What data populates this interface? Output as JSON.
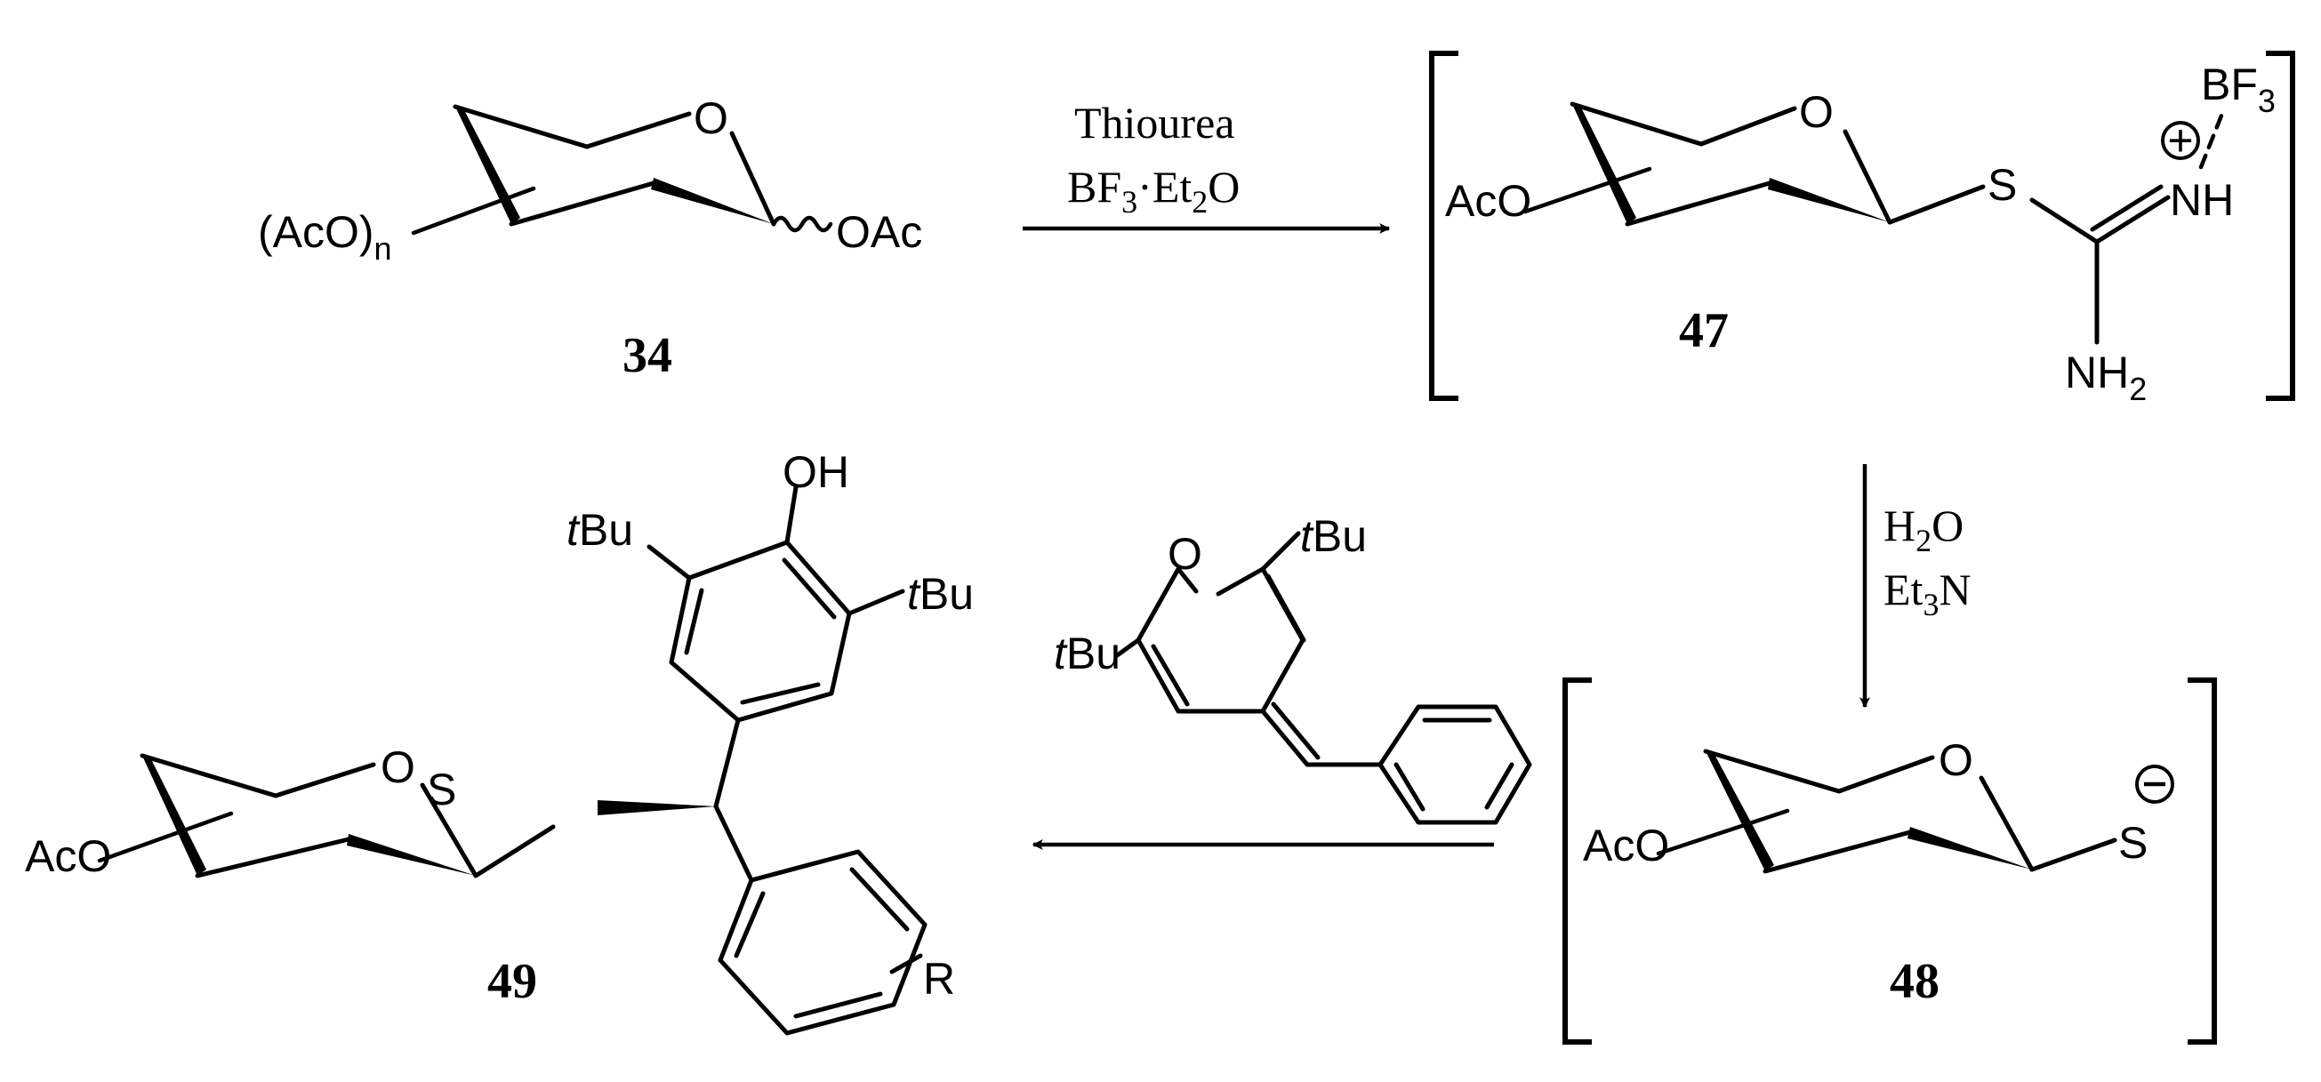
{
  "compounds": {
    "c34": {
      "label": "34",
      "prefix": "(AcO)",
      "prefix_sub": "n",
      "ring_o": "O",
      "anomeric": "OAc"
    },
    "c47": {
      "label": "47",
      "aco": "AcO",
      "ring_o": "O",
      "s": "S",
      "nh": "NH",
      "bf": "BF",
      "bf_sub": "3",
      "nh2": "NH",
      "nh2_sub": "2",
      "charge": "+"
    },
    "c48": {
      "label": "48",
      "aco": "AcO",
      "ring_o": "O",
      "s": "S",
      "charge": "−"
    },
    "c49": {
      "label": "49",
      "aco": "AcO",
      "ring_o": "O",
      "s": "S",
      "oh": "OH",
      "tbu_left_t": "t",
      "tbu_left": "Bu",
      "tbu_right_t": "t",
      "tbu_right": "Bu",
      "r": "R"
    },
    "quinone": {
      "o": "O",
      "tbu_top_t": "t",
      "tbu_top": "Bu",
      "tbu_left_t": "t",
      "tbu_left": "Bu"
    }
  },
  "reagents": {
    "step1": {
      "line1": "Thiourea",
      "line2_a": "BF",
      "line2_sub1": "3",
      "line2_b": "·Et",
      "line2_sub2": "2",
      "line2_c": "O"
    },
    "step2": {
      "line1_a": "H",
      "line1_sub": "2",
      "line1_b": "O",
      "line2_a": "Et",
      "line2_sub": "3",
      "line2_b": "N"
    }
  }
}
